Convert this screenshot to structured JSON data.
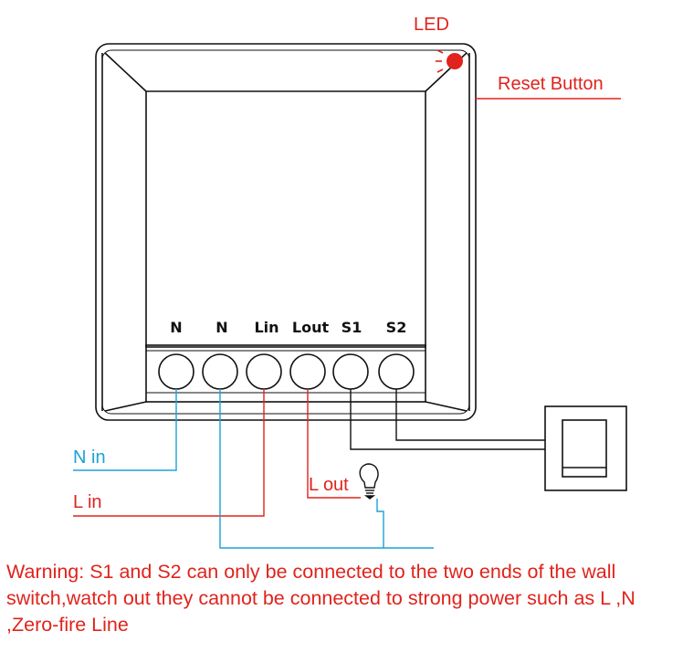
{
  "callouts": {
    "led": "LED",
    "reset_button": "Reset Button"
  },
  "terminals": [
    "N",
    "N",
    "Lin",
    "Lout",
    "S1",
    "S2"
  ],
  "wires": {
    "n_in": "N in",
    "l_in": "L in",
    "l_out": "L out"
  },
  "warning": "Warning: S1 and S2 can only be connected to the two ends of the wall switch,watch out they cannot be connected to strong power such as L ,N ,Zero-fire Line",
  "colors": {
    "red": "#e0231c",
    "blue": "#1aa3d6",
    "stroke": "#111111"
  }
}
